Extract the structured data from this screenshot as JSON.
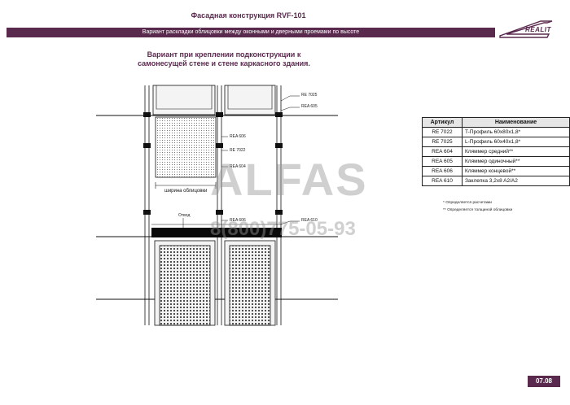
{
  "header": {
    "title": "Фасадная конструкция RVF-101",
    "bar_text": "Вариант раскладки облицовки между оконными и дверными проемами по высоте",
    "logo_text": "REALIT"
  },
  "subtitle": {
    "line1": "Вариант при креплении подконструкции к",
    "line2": "самонесущей стене и стене каркасного здания."
  },
  "drawing_labels": {
    "re7025": "RE 7025",
    "rea605_top": "REA 605",
    "rea606_top": "REA 606",
    "re7022": "RE 7022",
    "rea604": "REA 604",
    "width_label": "ширина облицовки",
    "opening_label": "Отвод",
    "rea606_bottom": "REA 606",
    "rea610": "REA 610"
  },
  "spec_table": {
    "headers": [
      "Артикул",
      "Наименование"
    ],
    "rows": [
      [
        "RE 7022",
        "T-Профиль 60x80x1,8*"
      ],
      [
        "RE 7025",
        "L-Профиль 60x40x1,8*"
      ],
      [
        "REA 604",
        "Кляммер средний**"
      ],
      [
        "REA 605",
        "Кляммер одиночный**"
      ],
      [
        "REA 606",
        "Кляммер концевой**"
      ],
      [
        "REA 610",
        "Заклепка 3,2x8 A2/A2"
      ]
    ]
  },
  "notes": {
    "note1": "* Определяется расчетами",
    "note2": "** Определяется толщиной облицовки"
  },
  "watermark": {
    "brand": "ALFAS",
    "phone": "8(800)775-05-93"
  },
  "page_number": "07.08",
  "colors": {
    "accent": "#5a2a4e"
  }
}
